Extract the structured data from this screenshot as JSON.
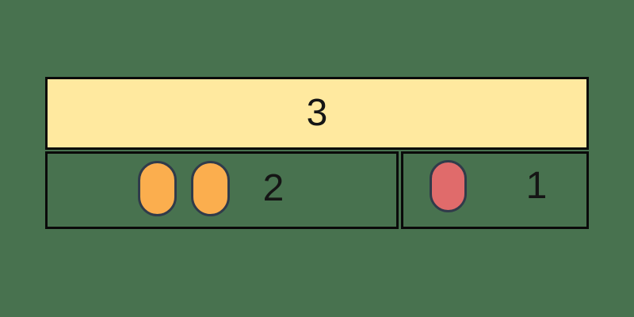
{
  "canvas": {
    "background_color": "#48724f"
  },
  "bar_model": {
    "title_semantics": "part-whole bar model: 3 = 2 + 1",
    "border_color": "#0a0a0a",
    "text_color": "#151515",
    "whole": {
      "value": "3",
      "fill_color": "#ffe99f"
    },
    "parts": [
      {
        "value": "2",
        "counter_count": 2,
        "counter_color": "#fbae4e"
      },
      {
        "value": "1",
        "counter_count": 1,
        "counter_color": "#e06b6b"
      }
    ],
    "counter_border_color": "#303b4a"
  }
}
